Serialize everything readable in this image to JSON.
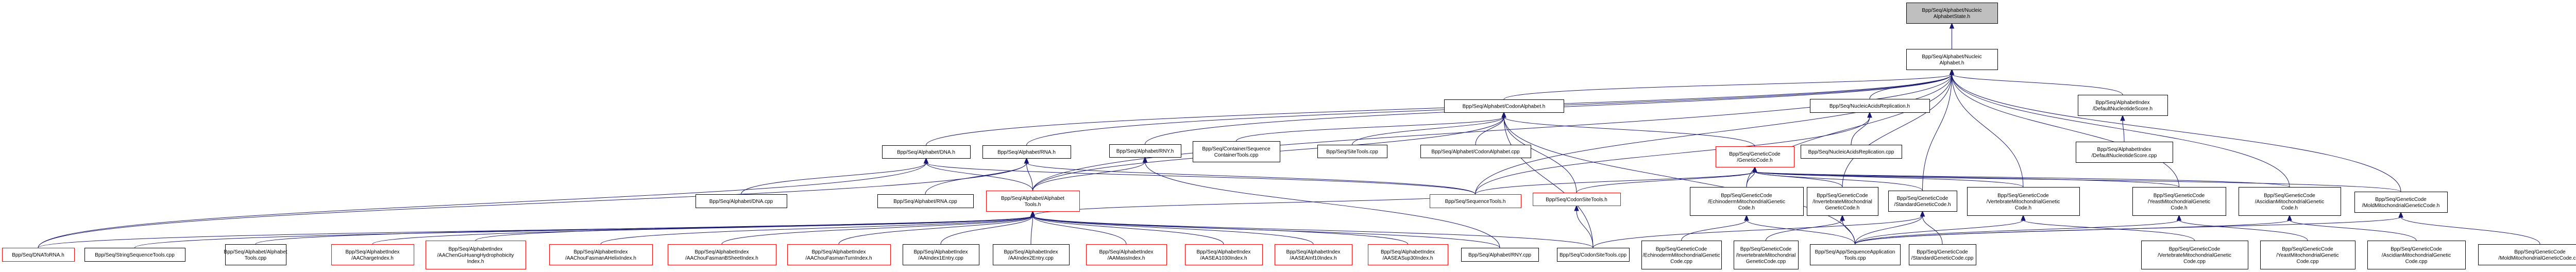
{
  "title": "Bpp/Seq/Alphabet/NucleicAlphabetState.h include dependency graph",
  "colors": {
    "edge": "#191970",
    "root_fill": "#bfbfbf",
    "node_fill": "#ffffff",
    "node_border": "#000000",
    "truncated_border": "#ff0000"
  },
  "nodes": {
    "root": {
      "lines": [
        "Bpp/Seq/Alphabet/Nucleic",
        "AlphabetState.h"
      ],
      "kind": "root"
    },
    "nucAlpha": {
      "lines": [
        "Bpp/Seq/Alphabet/Nucleic",
        "Alphabet.h"
      ],
      "kind": "normal"
    },
    "codonAlpha": {
      "lines": [
        "Bpp/Seq/Alphabet/CodonAlphabet.h"
      ],
      "kind": "normal"
    },
    "nar_h": {
      "lines": [
        "Bpp/Seq/NucleicAcidsReplication.h"
      ],
      "kind": "normal"
    },
    "dns_h": {
      "lines": [
        "Bpp/Seq/AlphabetIndex",
        "/DefaultNucleotideScore.h"
      ],
      "kind": "normal"
    },
    "dna_h": {
      "lines": [
        "Bpp/Seq/Alphabet/DNA.h"
      ],
      "kind": "normal"
    },
    "rna_h": {
      "lines": [
        "Bpp/Seq/Alphabet/RNA.h"
      ],
      "kind": "normal"
    },
    "rny_h": {
      "lines": [
        "Bpp/Seq/Alphabet/RNY.h"
      ],
      "kind": "normal"
    },
    "sct_cpp": {
      "lines": [
        "Bpp/Seq/Container/Sequence",
        "ContainerTools.cpp"
      ],
      "kind": "normal"
    },
    "sitetools_cpp": {
      "lines": [
        "Bpp/Seq/SiteTools.cpp"
      ],
      "kind": "normal"
    },
    "codonAlpha_cpp": {
      "lines": [
        "Bpp/Seq/Alphabet/CodonAlphabet.cpp"
      ],
      "kind": "normal"
    },
    "geneticCode_h": {
      "lines": [
        "Bpp/Seq/GeneticCode",
        "/GeneticCode.h"
      ],
      "kind": "truncated"
    },
    "nar_cpp": {
      "lines": [
        "Bpp/Seq/NucleicAcidsReplication.cpp"
      ],
      "kind": "normal"
    },
    "dns_cpp": {
      "lines": [
        "Bpp/Seq/AlphabetIndex",
        "/DefaultNucleotideScore.cpp"
      ],
      "kind": "normal"
    },
    "mold_h": {
      "lines": [
        "Bpp/Seq/GeneticCode",
        "/MoldMitochondrialGeneticCode.h"
      ],
      "kind": "normal"
    },
    "dna_cpp": {
      "lines": [
        "Bpp/Seq/Alphabet/DNA.cpp"
      ],
      "kind": "normal"
    },
    "rna_cpp": {
      "lines": [
        "Bpp/Seq/Alphabet/RNA.cpp"
      ],
      "kind": "normal"
    },
    "alphaTools_h": {
      "lines": [
        "Bpp/Seq/Alphabet/Alphabet",
        "Tools.h"
      ],
      "kind": "truncated"
    },
    "seqTools_h": {
      "lines": [
        "Bpp/Seq/SequenceTools.h"
      ],
      "kind": "truncated"
    },
    "codonSiteTools_h": {
      "lines": [
        "Bpp/Seq/CodonSiteTools.h"
      ],
      "kind": "truncated"
    },
    "echino_h": {
      "lines": [
        "Bpp/Seq/GeneticCode",
        "/EchinodermMitochondrialGenetic",
        "Code.h"
      ],
      "kind": "normal"
    },
    "invert_h": {
      "lines": [
        "Bpp/Seq/GeneticCode",
        "/InvertebrateMitochondrial",
        "GeneticCode.h"
      ],
      "kind": "normal"
    },
    "standard_h": {
      "lines": [
        "Bpp/Seq/GeneticCode",
        "/StandardGeneticCode.h"
      ],
      "kind": "normal"
    },
    "vert_h": {
      "lines": [
        "Bpp/Seq/GeneticCode",
        "/VertebrateMitochondrialGenetic",
        "Code.h"
      ],
      "kind": "normal"
    },
    "yeast_h": {
      "lines": [
        "Bpp/Seq/GeneticCode",
        "/YeastMitochondrialGenetic",
        "Code.h"
      ],
      "kind": "normal"
    },
    "ascid_h": {
      "lines": [
        "Bpp/Seq/GeneticCode",
        "/AscidianMitochondrialGenetic",
        "Code.h"
      ],
      "kind": "normal"
    },
    "dnatorna_h": {
      "lines": [
        "Bpp/Seq/DNAToRNA.h"
      ],
      "kind": "truncated"
    },
    "sst_cpp": {
      "lines": [
        "Bpp/Seq/StringSequenceTools.cpp"
      ],
      "kind": "normal"
    },
    "alphaTools_cpp": {
      "lines": [
        "Bpp/Seq/Alphabet/Alphabet",
        "Tools.cpp"
      ],
      "kind": "normal"
    },
    "aacharge_h": {
      "lines": [
        "Bpp/Seq/AlphabetIndex",
        "/AAChargeIndex.h"
      ],
      "kind": "truncated"
    },
    "aachen_h": {
      "lines": [
        "Bpp/Seq/AlphabetIndex",
        "/AAChenGuHuangHydrophobicity",
        "Index.h"
      ],
      "kind": "truncated"
    },
    "aahelix_h": {
      "lines": [
        "Bpp/Seq/AlphabetIndex",
        "/AAChouFasmanAHelixIndex.h"
      ],
      "kind": "truncated"
    },
    "aasheet_h": {
      "lines": [
        "Bpp/Seq/AlphabetIndex",
        "/AAChouFasmanBSheetIndex.h"
      ],
      "kind": "truncated"
    },
    "aaturn_h": {
      "lines": [
        "Bpp/Seq/AlphabetIndex",
        "/AAChouFasmanTurnIndex.h"
      ],
      "kind": "truncated"
    },
    "aaidx1_cpp": {
      "lines": [
        "Bpp/Seq/AlphabetIndex",
        "/AAIndex1Entry.cpp"
      ],
      "kind": "normal"
    },
    "aaidx2_cpp": {
      "lines": [
        "Bpp/Seq/AlphabetIndex",
        "/AAIndex2Entry.cpp"
      ],
      "kind": "normal"
    },
    "aamass_h": {
      "lines": [
        "Bpp/Seq/AlphabetIndex",
        "/AAMassIndex.h"
      ],
      "kind": "truncated"
    },
    "aasea1030_h": {
      "lines": [
        "Bpp/Seq/AlphabetIndex",
        "/AASEA1030Index.h"
      ],
      "kind": "truncated"
    },
    "aaseainf10_h": {
      "lines": [
        "Bpp/Seq/AlphabetIndex",
        "/AASEAInf10Index.h"
      ],
      "kind": "truncated"
    },
    "aaseasup30_h": {
      "lines": [
        "Bpp/Seq/AlphabetIndex",
        "/AASEASup30Index.h"
      ],
      "kind": "truncated"
    },
    "rny_cpp": {
      "lines": [
        "Bpp/Seq/Alphabet/RNY.cpp"
      ],
      "kind": "normal"
    },
    "codonSiteTools_cpp": {
      "lines": [
        "Bpp/Seq/CodonSiteTools.cpp"
      ],
      "kind": "normal"
    },
    "echino_cpp": {
      "lines": [
        "Bpp/Seq/GeneticCode",
        "/EchinodermMitochondrialGenetic",
        "Code.cpp"
      ],
      "kind": "normal"
    },
    "invert_cpp": {
      "lines": [
        "Bpp/Seq/GeneticCode",
        "/InvertebrateMitochondrial",
        "GeneticCode.cpp"
      ],
      "kind": "normal"
    },
    "seqApp_cpp": {
      "lines": [
        "Bpp/Seq/App/SequenceApplication",
        "Tools.cpp"
      ],
      "kind": "normal"
    },
    "standard_cpp": {
      "lines": [
        "Bpp/Seq/GeneticCode",
        "/StandardGeneticCode.cpp"
      ],
      "kind": "normal"
    },
    "vert_cpp": {
      "lines": [
        "Bpp/Seq/GeneticCode",
        "/VertebrateMitochondrialGenetic",
        "Code.cpp"
      ],
      "kind": "normal"
    },
    "yeast_cpp": {
      "lines": [
        "Bpp/Seq/GeneticCode",
        "/YeastMitochondrialGenetic",
        "Code.cpp"
      ],
      "kind": "normal"
    },
    "ascid_cpp": {
      "lines": [
        "Bpp/Seq/GeneticCode",
        "/AscidianMitochondrialGenetic",
        "Code.cpp"
      ],
      "kind": "normal"
    },
    "mold_cpp": {
      "lines": [
        "Bpp/Seq/GeneticCode",
        "/MoldMitochondrialGeneticCode.cpp"
      ],
      "kind": "normal"
    }
  },
  "edges": [
    [
      "nucAlpha",
      "root"
    ],
    [
      "codonAlpha",
      "nucAlpha"
    ],
    [
      "nar_h",
      "nucAlpha"
    ],
    [
      "dns_h",
      "nucAlpha"
    ],
    [
      "dna_h",
      "nucAlpha"
    ],
    [
      "rna_h",
      "nucAlpha"
    ],
    [
      "rny_h",
      "nucAlpha"
    ],
    [
      "alphaTools_h",
      "nucAlpha"
    ],
    [
      "seqTools_h",
      "nucAlpha"
    ],
    [
      "echino_h",
      "nucAlpha"
    ],
    [
      "invert_h",
      "nucAlpha"
    ],
    [
      "standard_h",
      "nucAlpha"
    ],
    [
      "vert_h",
      "nucAlpha"
    ],
    [
      "yeast_h",
      "nucAlpha"
    ],
    [
      "ascid_h",
      "nucAlpha"
    ],
    [
      "mold_h",
      "nucAlpha"
    ],
    [
      "dns_cpp",
      "dns_h"
    ],
    [
      "nar_cpp",
      "nar_h"
    ],
    [
      "seqTools_h",
      "nar_h"
    ],
    [
      "geneticCode_h",
      "codonAlpha"
    ],
    [
      "codonAlpha_cpp",
      "codonAlpha"
    ],
    [
      "sitetools_cpp",
      "codonAlpha"
    ],
    [
      "sct_cpp",
      "codonAlpha"
    ],
    [
      "codonSiteTools_h",
      "codonAlpha"
    ],
    [
      "alphaTools_h",
      "codonAlpha"
    ],
    [
      "codonSiteTools_cpp",
      "codonAlpha"
    ],
    [
      "seqApp_cpp",
      "codonAlpha"
    ],
    [
      "dna_cpp",
      "dna_h"
    ],
    [
      "alphaTools_h",
      "dna_h"
    ],
    [
      "seqTools_h",
      "dna_h"
    ],
    [
      "dnatorna_h",
      "dna_h"
    ],
    [
      "rna_cpp",
      "rna_h"
    ],
    [
      "alphaTools_h",
      "rna_h"
    ],
    [
      "seqTools_h",
      "rna_h"
    ],
    [
      "dnatorna_h",
      "rna_h"
    ],
    [
      "rny_cpp",
      "rny_h"
    ],
    [
      "alphaTools_h",
      "rny_h"
    ],
    [
      "codonSiteTools_h",
      "geneticCode_h"
    ],
    [
      "seqTools_h",
      "geneticCode_h"
    ],
    [
      "echino_h",
      "geneticCode_h"
    ],
    [
      "invert_h",
      "geneticCode_h"
    ],
    [
      "standard_h",
      "geneticCode_h"
    ],
    [
      "vert_h",
      "geneticCode_h"
    ],
    [
      "yeast_h",
      "geneticCode_h"
    ],
    [
      "ascid_h",
      "geneticCode_h"
    ],
    [
      "mold_h",
      "geneticCode_h"
    ],
    [
      "echino_cpp",
      "echino_h"
    ],
    [
      "invert_cpp",
      "invert_h"
    ],
    [
      "standard_cpp",
      "standard_h"
    ],
    [
      "vert_cpp",
      "vert_h"
    ],
    [
      "yeast_cpp",
      "yeast_h"
    ],
    [
      "ascid_cpp",
      "ascid_h"
    ],
    [
      "mold_cpp",
      "mold_h"
    ],
    [
      "seqApp_cpp",
      "echino_h"
    ],
    [
      "seqApp_cpp",
      "invert_h"
    ],
    [
      "seqApp_cpp",
      "standard_h"
    ],
    [
      "seqApp_cpp",
      "vert_h"
    ],
    [
      "seqApp_cpp",
      "yeast_h"
    ],
    [
      "seqApp_cpp",
      "ascid_h"
    ],
    [
      "seqApp_cpp",
      "mold_h"
    ],
    [
      "codonSiteTools_cpp",
      "standard_h"
    ],
    [
      "codonSiteTools_cpp",
      "codonSiteTools_h"
    ],
    [
      "dnatorna_h",
      "alphaTools_h"
    ],
    [
      "sst_cpp",
      "alphaTools_h"
    ],
    [
      "alphaTools_cpp",
      "alphaTools_h"
    ],
    [
      "aacharge_h",
      "alphaTools_h"
    ],
    [
      "aachen_h",
      "alphaTools_h"
    ],
    [
      "aahelix_h",
      "alphaTools_h"
    ],
    [
      "aasheet_h",
      "alphaTools_h"
    ],
    [
      "aaturn_h",
      "alphaTools_h"
    ],
    [
      "aaidx1_cpp",
      "alphaTools_h"
    ],
    [
      "aaidx2_cpp",
      "alphaTools_h"
    ],
    [
      "aamass_h",
      "alphaTools_h"
    ],
    [
      "aasea1030_h",
      "alphaTools_h"
    ],
    [
      "aaseainf10_h",
      "alphaTools_h"
    ],
    [
      "aaseasup30_h",
      "alphaTools_h"
    ],
    [
      "rny_cpp",
      "alphaTools_h"
    ],
    [
      "codonSiteTools_cpp",
      "alphaTools_h"
    ],
    [
      "seqTools_h",
      "alphaTools_h"
    ]
  ]
}
